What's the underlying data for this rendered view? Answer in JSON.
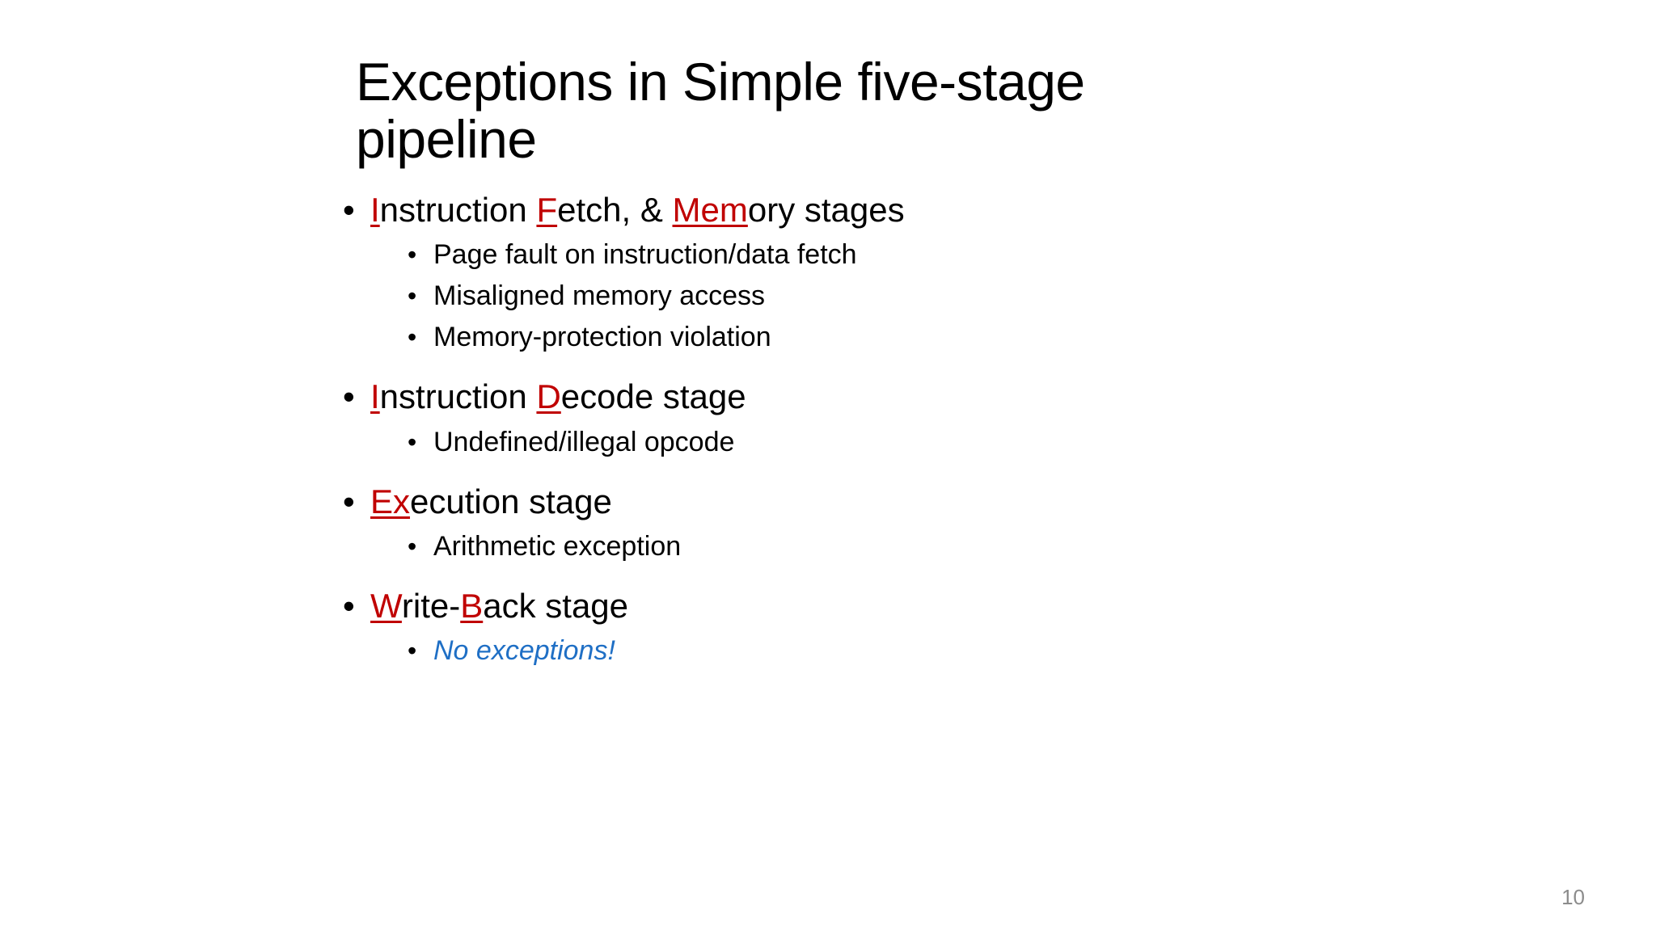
{
  "slide": {
    "title": "Exceptions in Simple five-stage pipeline",
    "page_number": "10",
    "colors": {
      "emphasis_red": "#C00000",
      "accent_blue": "#1F6FC5",
      "text_black": "#000000",
      "page_number_gray": "#8C8C8C",
      "background": "#FFFFFF"
    },
    "bullet_marker": "•",
    "outline": [
      {
        "level": 1,
        "id": "if-mem-stages",
        "full_text": "Instruction Fetch, & Memory stages",
        "runs": [
          {
            "text": "I",
            "style": "emph-red"
          },
          {
            "text": "nstruction ",
            "style": "plain"
          },
          {
            "text": "F",
            "style": "emph-red"
          },
          {
            "text": "etch, & ",
            "style": "plain"
          },
          {
            "text": "Mem",
            "style": "emph-red"
          },
          {
            "text": "ory stages",
            "style": "plain"
          }
        ]
      },
      {
        "level": 2,
        "id": "page-fault",
        "full_text": "Page fault on instruction/data fetch",
        "runs": [
          {
            "text": "Page fault on instruction/data fetch",
            "style": "plain"
          }
        ]
      },
      {
        "level": 2,
        "id": "misaligned-access",
        "full_text": "Misaligned memory access",
        "runs": [
          {
            "text": "Misaligned memory access",
            "style": "plain"
          }
        ]
      },
      {
        "level": 2,
        "id": "memory-protection",
        "full_text": "Memory-protection violation",
        "runs": [
          {
            "text": "Memory-protection violation",
            "style": "plain"
          }
        ]
      },
      {
        "level": 1,
        "id": "id-stage",
        "full_text": "Instruction Decode stage",
        "runs": [
          {
            "text": "I",
            "style": "emph-red"
          },
          {
            "text": "nstruction ",
            "style": "plain"
          },
          {
            "text": "D",
            "style": "emph-red"
          },
          {
            "text": "ecode stage",
            "style": "plain"
          }
        ]
      },
      {
        "level": 2,
        "id": "illegal-opcode",
        "full_text": "Undefined/illegal opcode",
        "runs": [
          {
            "text": "Undefined/illegal opcode",
            "style": "plain"
          }
        ]
      },
      {
        "level": 1,
        "id": "ex-stage",
        "full_text": "Execution stage",
        "runs": [
          {
            "text": "Ex",
            "style": "emph-red"
          },
          {
            "text": "ecution stage",
            "style": "plain"
          }
        ]
      },
      {
        "level": 2,
        "id": "arithmetic-exception",
        "full_text": "Arithmetic exception",
        "runs": [
          {
            "text": "Arithmetic exception",
            "style": "plain"
          }
        ]
      },
      {
        "level": 1,
        "id": "wb-stage",
        "full_text": "Write-Back stage",
        "runs": [
          {
            "text": "W",
            "style": "emph-red"
          },
          {
            "text": "rite-",
            "style": "plain"
          },
          {
            "text": "B",
            "style": "emph-red"
          },
          {
            "text": "ack stage",
            "style": "plain"
          }
        ]
      },
      {
        "level": 2,
        "id": "no-exceptions",
        "full_text": "No exceptions!",
        "runs": [
          {
            "text": "No exceptions!",
            "style": "accent-blue-italic"
          }
        ]
      }
    ]
  }
}
